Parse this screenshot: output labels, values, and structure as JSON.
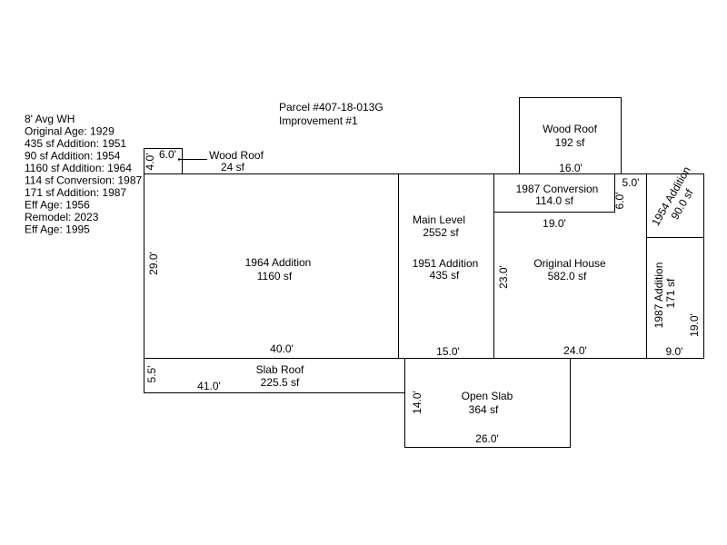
{
  "header": {
    "parcel": "Parcel #407-18-013G",
    "improvement": "Improvement #1"
  },
  "info_lines": [
    "8' Avg WH",
    "Original Age: 1929",
    "435 sf Addition: 1951",
    "90 sf Addition: 1954",
    "1160 sf Addition: 1964",
    "114 sf Conversion: 1987",
    "171 sf Addition: 1987",
    "Eff Age: 1956",
    "Remodel: 2023",
    "Eff Age: 1995"
  ],
  "areas": {
    "wood_roof_small": {
      "name": "Wood Roof",
      "area": "24 sf",
      "dim_top": "6.0'",
      "dim_side": "4.0'"
    },
    "wood_roof_top": {
      "name": "Wood Roof",
      "area": "192 sf",
      "dim_bottom": "16.0'"
    },
    "addition_1964": {
      "name": "1964 Addition",
      "area": "1160 sf",
      "dim_side": "29.0'",
      "dim_bottom": "40.0'"
    },
    "main_level": {
      "name": "Main Level",
      "area": "2552 sf"
    },
    "addition_1951": {
      "name": "1951 Addition",
      "area": "435 sf",
      "dim_bottom": "15.0'"
    },
    "conversion_1987": {
      "name": "1987 Conversion",
      "area": "114.0 sf",
      "dim_right": "6.0'",
      "dim_bottom": "19.0'"
    },
    "original_house": {
      "name": "Original House",
      "area": "582.0 sf",
      "dim_side": "23.0'",
      "dim_bottom": "24.0'"
    },
    "addition_1954": {
      "name": "1954 Addition",
      "area": "90.0 sf",
      "dim_top": "5.0'"
    },
    "addition_1987": {
      "name": "1987 Addition",
      "area": "171 sf",
      "dim_side": "19.0'",
      "dim_bottom": "9.0'"
    },
    "slab_roof": {
      "name": "Slab Roof",
      "area": "225.5 sf",
      "dim_side": "5.5'",
      "dim_bottom": "41.0'"
    },
    "open_slab": {
      "name": "Open Slab",
      "area": "364 sf",
      "dim_side": "14.0'",
      "dim_bottom": "26.0'"
    }
  }
}
